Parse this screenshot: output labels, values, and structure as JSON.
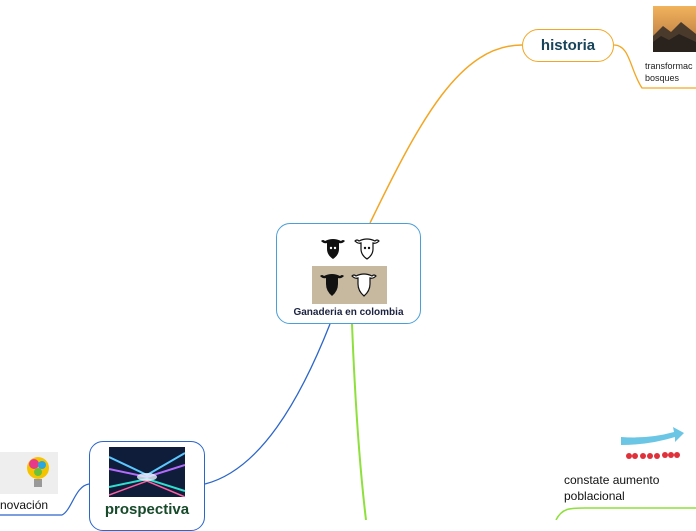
{
  "central": {
    "label": "Ganaderia en colombia"
  },
  "historia": {
    "label": "historia"
  },
  "historia_child": {
    "label": "transformac bosques"
  },
  "prospectiva": {
    "label": "prospectiva"
  },
  "innovacion": {
    "label": "novación"
  },
  "poblacion": {
    "label": "constate aumento poblacional"
  },
  "colors": {
    "historia_branch": "#f3a623",
    "prospectiva_branch": "#2c66c9",
    "green_branch": "#8ee03c",
    "central_border": "#4a9fd8"
  },
  "icons": [
    "cow-icon",
    "lightbulb-icon",
    "growth-arrow-icon",
    "landscape-image",
    "light-tunnel-image"
  ]
}
